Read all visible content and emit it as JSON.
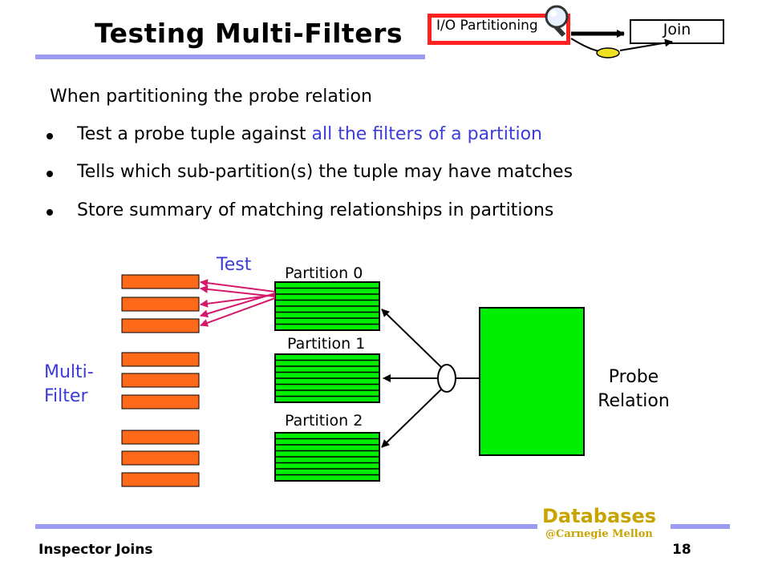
{
  "title": "Testing Multi-Filters",
  "pipeline": {
    "io_label": "I/O Partitioning",
    "join_label": "Join",
    "accent": "#ff2020"
  },
  "intro": "When partitioning the probe relation",
  "bullets": [
    {
      "pre": "Test a probe tuple against ",
      "highlight": "all the filters of a partition"
    },
    {
      "pre": "Tells which sub-partition(s) the tuple may have matches",
      "highlight": ""
    },
    {
      "pre": "Store summary of matching relationships in partitions",
      "highlight": ""
    }
  ],
  "diagram": {
    "test_label": "Test",
    "partitions": [
      "Partition 0",
      "Partition 1",
      "Partition 2"
    ],
    "multi_filter_label": [
      "Multi-",
      "Filter"
    ],
    "probe_label": [
      "Probe",
      "Relation"
    ],
    "filter_color": "#ff6a1a",
    "partition_color": "#00ee00",
    "highlight_color": "#3c3cd8"
  },
  "footer": {
    "left": "Inspector Joins",
    "page": "18",
    "brand": "Databases",
    "brand_sub": "@Carnegie Mellon",
    "brand_color": "#c8a400"
  }
}
